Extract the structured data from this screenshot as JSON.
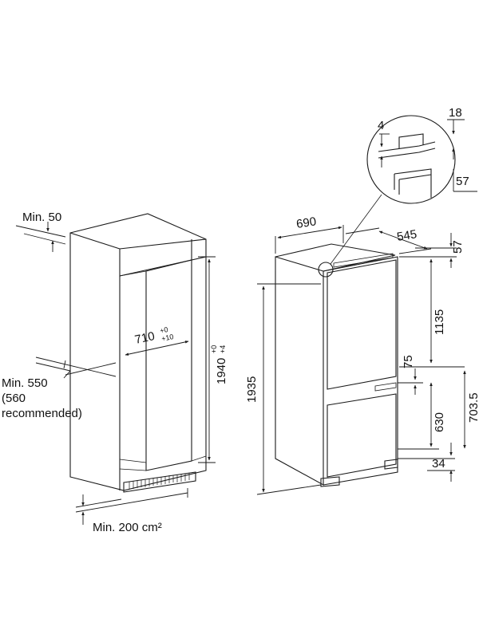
{
  "niche": {
    "min_top_gap": "Min. 50",
    "width_main": "710",
    "width_tol_upper": "+0",
    "width_tol_lower": "+10",
    "height_main": "1940",
    "height_tol_upper": "+0",
    "height_tol_lower": "+4",
    "depth_line1": "Min. 550",
    "depth_line2": "(560",
    "depth_line3": "recommended)",
    "vent_area": "Min. 200 cm²"
  },
  "appliance": {
    "width": "690",
    "depth": "545",
    "top_gap": "57",
    "total_height": "1935",
    "upper_door_height": "1135",
    "freezer_door_height": "630",
    "door_gap": "75",
    "lower_section": "703.5",
    "foot_height": "34"
  },
  "detail": {
    "gap_a": "4",
    "gap_b": "18",
    "gap_c": "57"
  }
}
